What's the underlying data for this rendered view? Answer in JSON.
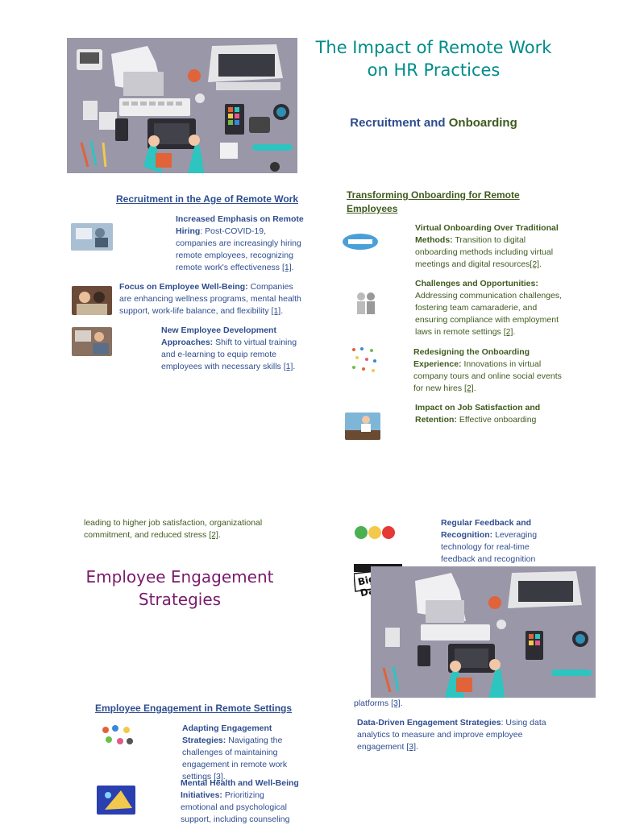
{
  "page1": {
    "title": "The Impact of Remote Work on HR Practices",
    "section_heading": {
      "part1": "Recruitment and",
      "part2": "Onboarding"
    },
    "left_subheading": "Recruitment in the Age of Remote Work",
    "left_items": [
      {
        "bold": "Increased Emphasis on Remote Hiring",
        "text": ": Post-COVID-19, companies are increasingly hiring remote employees, recognizing remote work's effectiveness",
        "cite": "[1]",
        "end": "."
      },
      {
        "bold": "Focus on Employee Well-Being:",
        "text": " Companies are enhancing wellness programs, mental health support, work-life balance, and flexibility",
        "cite": "[1]",
        "end": "."
      },
      {
        "bold": "New Employee Development Approaches:",
        "text": " Shift to virtual training and e-learning to equip remote employees with necessary skills",
        "cite": "[1]",
        "end": "."
      }
    ],
    "right_subheading": "Transforming Onboarding for Remote Employees",
    "right_items": [
      {
        "bold": "Virtual Onboarding Over Traditional Methods:",
        "text": " Transition to digital onboarding methods including virtual meetings and digital resources",
        "cite": "[2]",
        "end": "."
      },
      {
        "bold": "Challenges and Opportunities:",
        "text": " Addressing communication challenges, fostering team camaraderie, and ensuring compliance with employment laws in remote settings",
        "cite": "[2]",
        "end": "."
      },
      {
        "bold": "Redesigning the Onboarding Experience:",
        "text": " Innovations in virtual company tours and online social events for new hires",
        "cite": "[2]",
        "end": "."
      },
      {
        "bold": "Impact on Job Satisfaction and Retention:",
        "text": " Effective onboarding"
      }
    ]
  },
  "page2": {
    "continuation": {
      "text": "leading to higher job satisfaction, organizational commitment, and reduced stress",
      "cite": "[2]",
      "end": "."
    },
    "title": "Employee Engagement Strategies",
    "left_subheading": "Employee Engagement in Remote Settings",
    "left_items": [
      {
        "bold": "Adapting Engagement Strategies:",
        "text": " Navigating the challenges of maintaining engagement in remote work settings",
        "cite": "[3]",
        "end": "."
      },
      {
        "bold": "Mental Health and Well-Being Initiatives:",
        "text": " Prioritizing emotional and psychological support, including counseling"
      }
    ],
    "right_items": [
      {
        "bold": "Regular Feedback and Recognition:",
        "text": " Leveraging technology for real-time feedback and recognition"
      },
      {
        "bold": "Data-Driven Engagement Strategies",
        "text": ": Using data analytics to measure and improve employee engagement",
        "cite": "[3]",
        "end": "."
      }
    ],
    "platforms": {
      "text": "platforms",
      "cite": "[3]",
      "end": "."
    },
    "bigdata_label": "Big Data"
  },
  "colors": {
    "teal": "#008b8b",
    "purple": "#7a1a6b",
    "blue_text": "#2e4d8f",
    "green_text": "#3f5a1e",
    "desk": "#9a97a8"
  }
}
